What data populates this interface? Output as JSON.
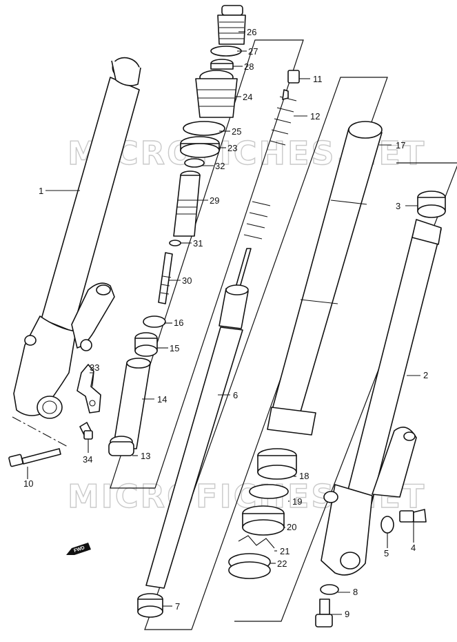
{
  "diagram": {
    "watermark": "MICROFICHES.NET",
    "direction_tag": "FWD",
    "callouts": [
      {
        "id": "1",
        "label": "1"
      },
      {
        "id": "2",
        "label": "2"
      },
      {
        "id": "3",
        "label": "3"
      },
      {
        "id": "4",
        "label": "4"
      },
      {
        "id": "5",
        "label": "5"
      },
      {
        "id": "6",
        "label": "6"
      },
      {
        "id": "7",
        "label": "7"
      },
      {
        "id": "8",
        "label": "8"
      },
      {
        "id": "9",
        "label": "9"
      },
      {
        "id": "10",
        "label": "10"
      },
      {
        "id": "11",
        "label": "11"
      },
      {
        "id": "12",
        "label": "12"
      },
      {
        "id": "13",
        "label": "13"
      },
      {
        "id": "14",
        "label": "14"
      },
      {
        "id": "15",
        "label": "15"
      },
      {
        "id": "16",
        "label": "16"
      },
      {
        "id": "17",
        "label": "17"
      },
      {
        "id": "18",
        "label": "18"
      },
      {
        "id": "19",
        "label": "19"
      },
      {
        "id": "20",
        "label": "20"
      },
      {
        "id": "21",
        "label": "21"
      },
      {
        "id": "22",
        "label": "22"
      },
      {
        "id": "23",
        "label": "23"
      },
      {
        "id": "24",
        "label": "24"
      },
      {
        "id": "25",
        "label": "25"
      },
      {
        "id": "26",
        "label": "26"
      },
      {
        "id": "27",
        "label": "27"
      },
      {
        "id": "28",
        "label": "28"
      },
      {
        "id": "29",
        "label": "29"
      },
      {
        "id": "30",
        "label": "30"
      },
      {
        "id": "31",
        "label": "31"
      },
      {
        "id": "32",
        "label": "32"
      },
      {
        "id": "33",
        "label": "33"
      },
      {
        "id": "34",
        "label": "34"
      }
    ]
  }
}
